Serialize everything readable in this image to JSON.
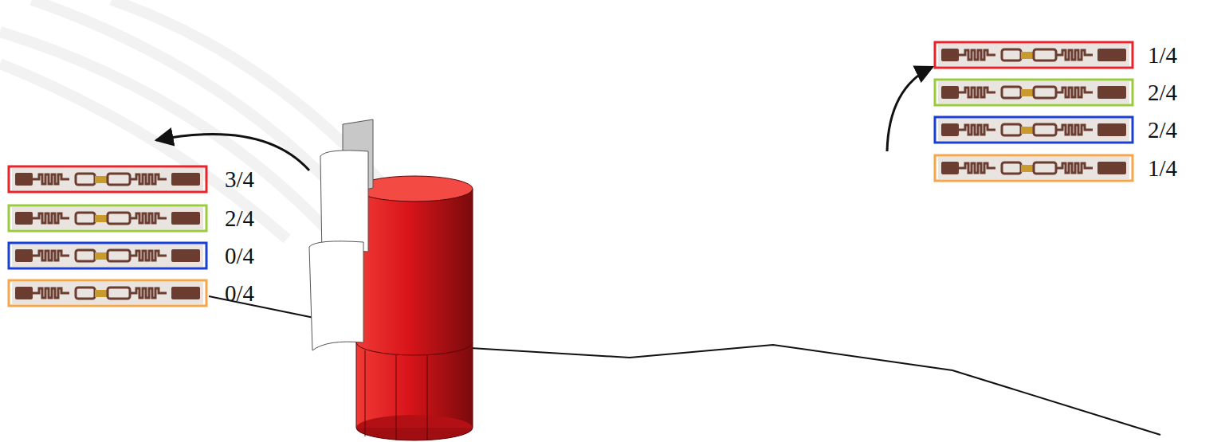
{
  "diagram": {
    "labels": [
      "3/4",
      "2/4",
      "0/4",
      "0/4",
      "1/4",
      "2/4",
      "2/4",
      "1/4"
    ]
  }
}
